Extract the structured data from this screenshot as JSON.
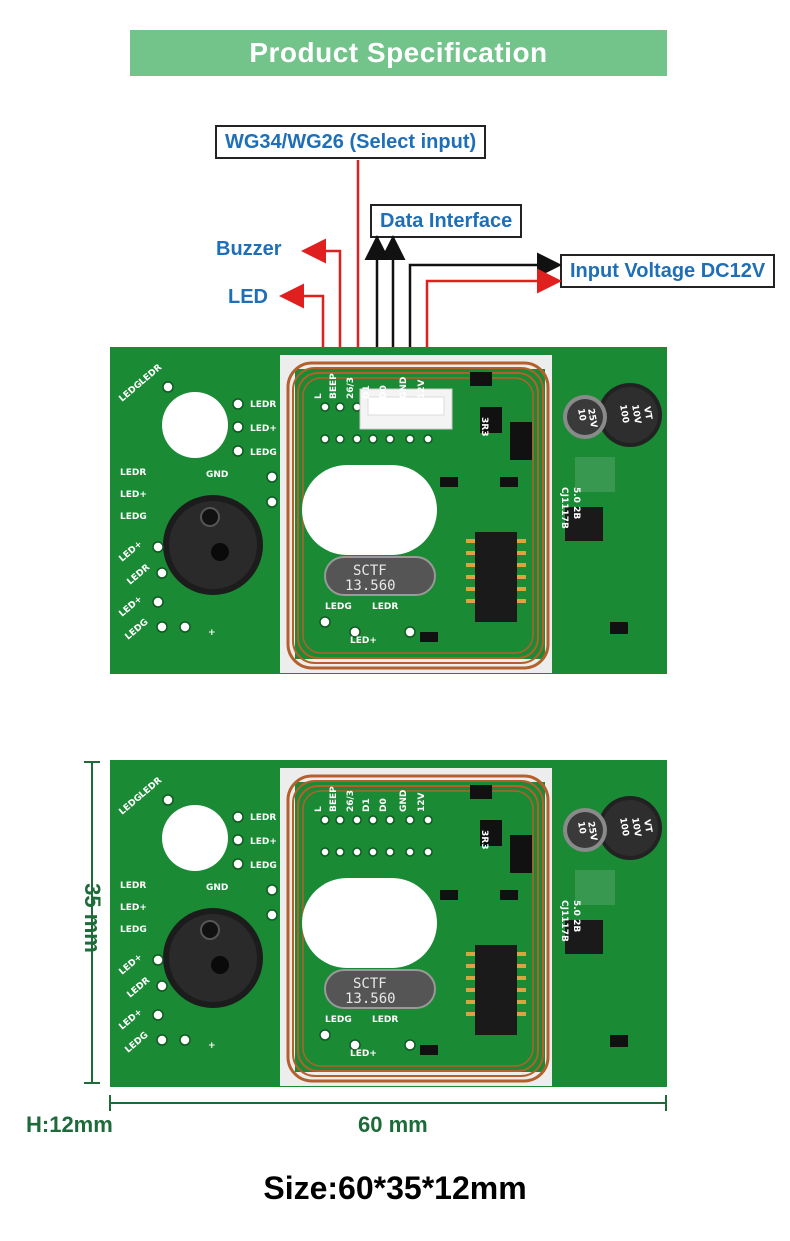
{
  "banner": {
    "title": "Product Specification"
  },
  "callouts": {
    "wg_select": "WG34/WG26 (Select input)",
    "data_interface": "Data Interface",
    "buzzer": "Buzzer",
    "led": "LED",
    "input_voltage": "Input Voltage DC12V"
  },
  "board": {
    "pin_labels": [
      "L",
      "BEEP",
      "26/3",
      "D1",
      "D0",
      "GND",
      "12V"
    ],
    "left_labels": [
      "LEDR",
      "LEDG",
      "LEDR",
      "LED+",
      "LEDG",
      "LED+",
      "LEDR",
      "LED+",
      "LEDG"
    ],
    "right_labels": [
      "LEDR",
      "LED+",
      "LEDG",
      "GND"
    ],
    "bottom_labels": [
      "LEDG",
      "LEDR",
      "LED+"
    ],
    "plus_sign": "+",
    "crystal_text_1": "SCTF",
    "crystal_text_2": "13.560",
    "cap_text_1": "100",
    "cap_text_2": "10V",
    "cap_text_3": "VT",
    "small_cap_1": "10",
    "small_cap_2": "25V",
    "reg_text": "3R3",
    "ic_text": "CJ1117B",
    "ic_text_2": "5.0 2B"
  },
  "dimensions": {
    "height_mm": "35 mm",
    "width_mm": "60 mm",
    "thickness": "H:12mm"
  },
  "footer": {
    "size": "Size:60*35*12mm"
  },
  "colors": {
    "banner": "#72c48a",
    "callout_text": "#1f6fb8",
    "pcb": "#1a8a35",
    "dim_line": "#1e6b3a",
    "coil": "#b5602a",
    "arrow_red": "#e01f1f"
  }
}
